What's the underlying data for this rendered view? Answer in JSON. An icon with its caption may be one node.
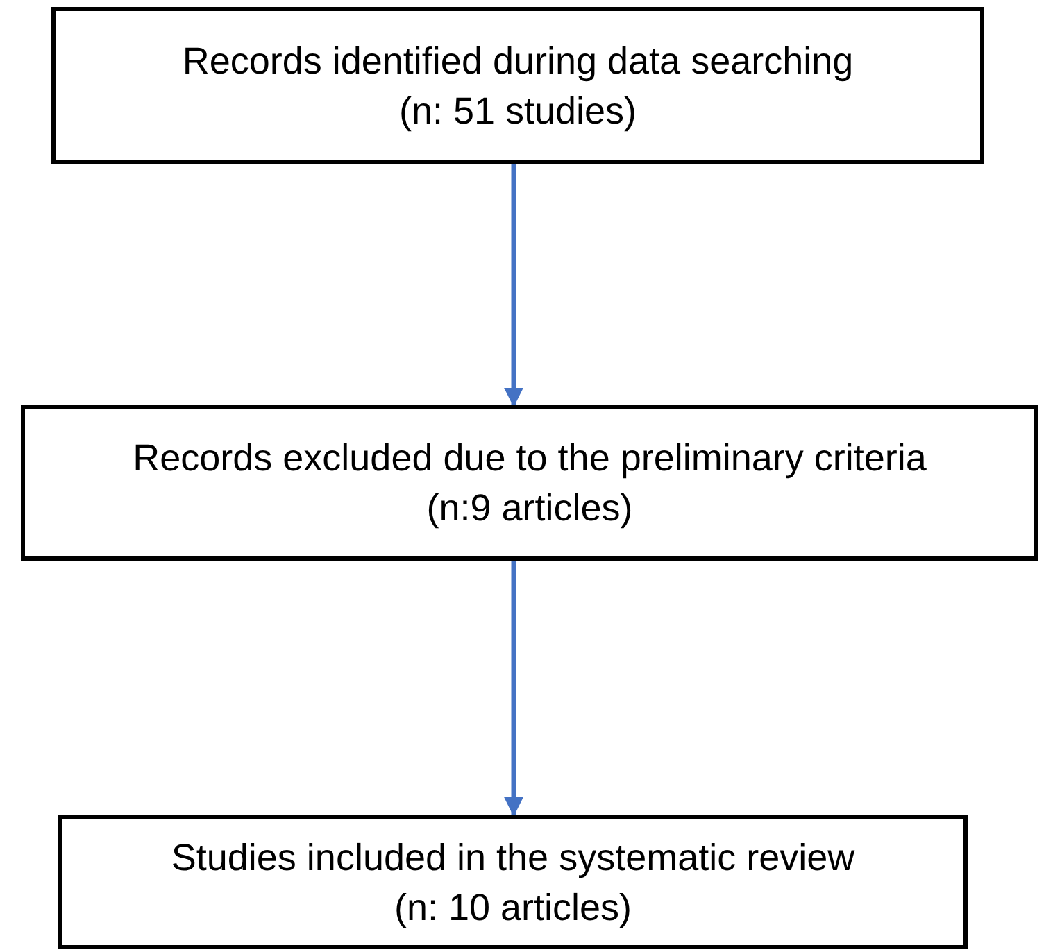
{
  "diagram": {
    "nodes": [
      {
        "text": [
          "Records identified during data searching",
          "(n: 51 studies)"
        ]
      },
      {
        "text": [
          "Records excluded due to the preliminary criteria",
          "(n:9 articles)"
        ]
      },
      {
        "text": [
          "Studies included in the systematic review",
          "(n: 10 articles)"
        ]
      }
    ],
    "edges": [
      {
        "from": 0,
        "to": 1,
        "arrow": "to",
        "color": "#4472c4"
      },
      {
        "from": 1,
        "to": 2,
        "arrow": "to",
        "color": "#4472c4"
      }
    ]
  }
}
